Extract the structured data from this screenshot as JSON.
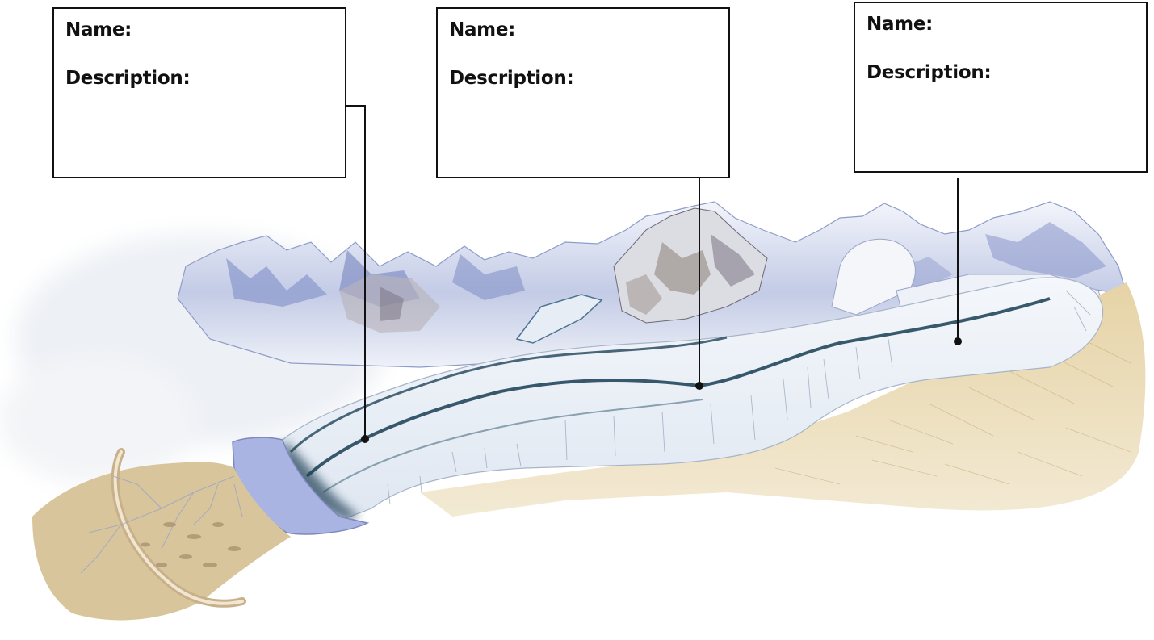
{
  "labels": [
    {
      "name_label": "Name:",
      "description_label": "Description:"
    },
    {
      "name_label": "Name:",
      "description_label": "Description:"
    },
    {
      "name_label": "Name:",
      "description_label": "Description:"
    }
  ],
  "colors": {
    "ink": "#111111",
    "ice": "#eef3f8",
    "ice_shadow": "#c9d6e6",
    "mountain_blue": "#7f8fc4",
    "rock": "#8a7a6a",
    "moraine_stripe": "#26465c",
    "lake": "#a9b4e2",
    "sand": "#e9d9b0",
    "outwash": "#d7c79e"
  }
}
